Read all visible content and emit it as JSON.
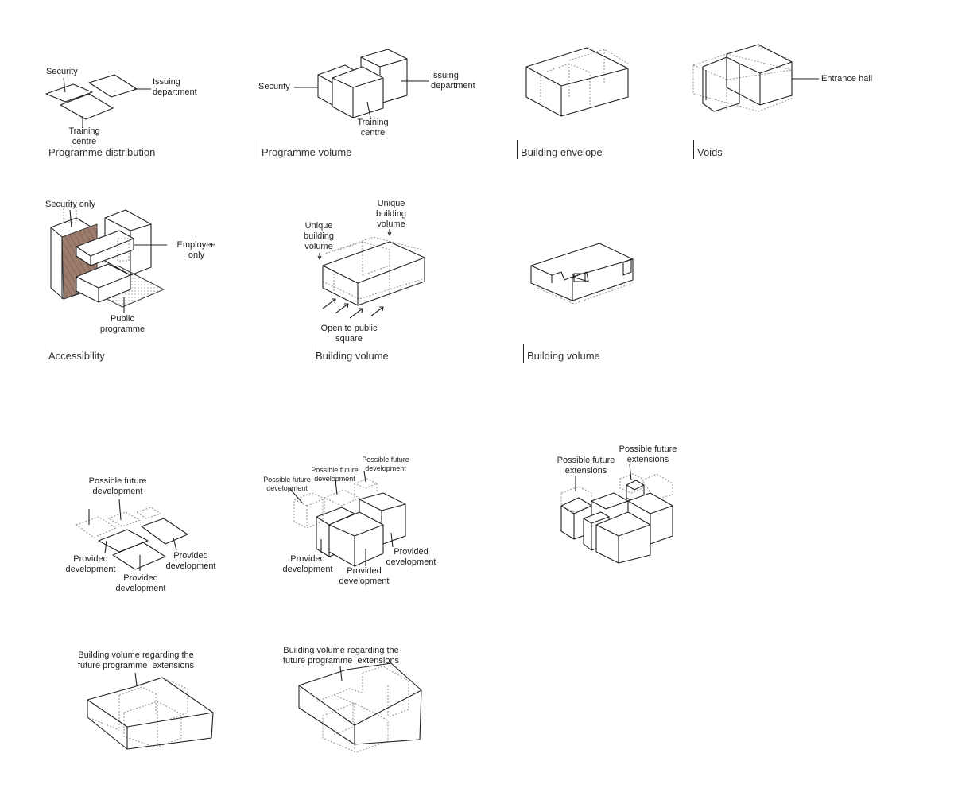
{
  "captions": {
    "c1": "Programme distribution",
    "c2": "Programme volume",
    "c3": "Building envelope",
    "c4": "Voids",
    "c5": "Accessibility",
    "c6": "Building volume",
    "c7": "Building volume"
  },
  "labels": {
    "security": "Security",
    "issuing": "Issuing\ndepartment",
    "training": "Training\ncentre",
    "security2": "Security",
    "issuing2": "Issuing\ndepartment",
    "training2": "Training\ncentre",
    "entrance": "Entrance hall",
    "security_only": "Security only",
    "employee_only": "Employee\nonly",
    "public_programme": "Public\nprogramme",
    "unique1": "Unique\nbuilding\nvolume",
    "unique2": "Unique\nbuilding\nvolume",
    "open_public": "Open to public\nsquare",
    "pfd1": "Possible future\ndevelopment",
    "prov1": "Provided\ndevelopment",
    "prov2": "Provided\ndevelopment",
    "prov3": "Provided\ndevelopment",
    "pfd2": "Possible future\ndevelopment",
    "pfd3": "Possible future\ndevelopment",
    "pfd4": "Possible future\ndevelopment",
    "prov4": "Provided\ndevelopment",
    "prov5": "Provided\ndevelopment",
    "prov6": "Provided\ndevelopment",
    "pfe1": "Possible future\nextensions",
    "pfe2": "Possible future\nextensions",
    "bvr1": "Building volume regarding the\nfuture programme  extensions",
    "bvr2": "Building volume regarding the\nfuture programme  extensions"
  },
  "colors": {
    "line": "#222222",
    "dashed": "#9a9a9a",
    "hatch": "#8a6a5a"
  }
}
